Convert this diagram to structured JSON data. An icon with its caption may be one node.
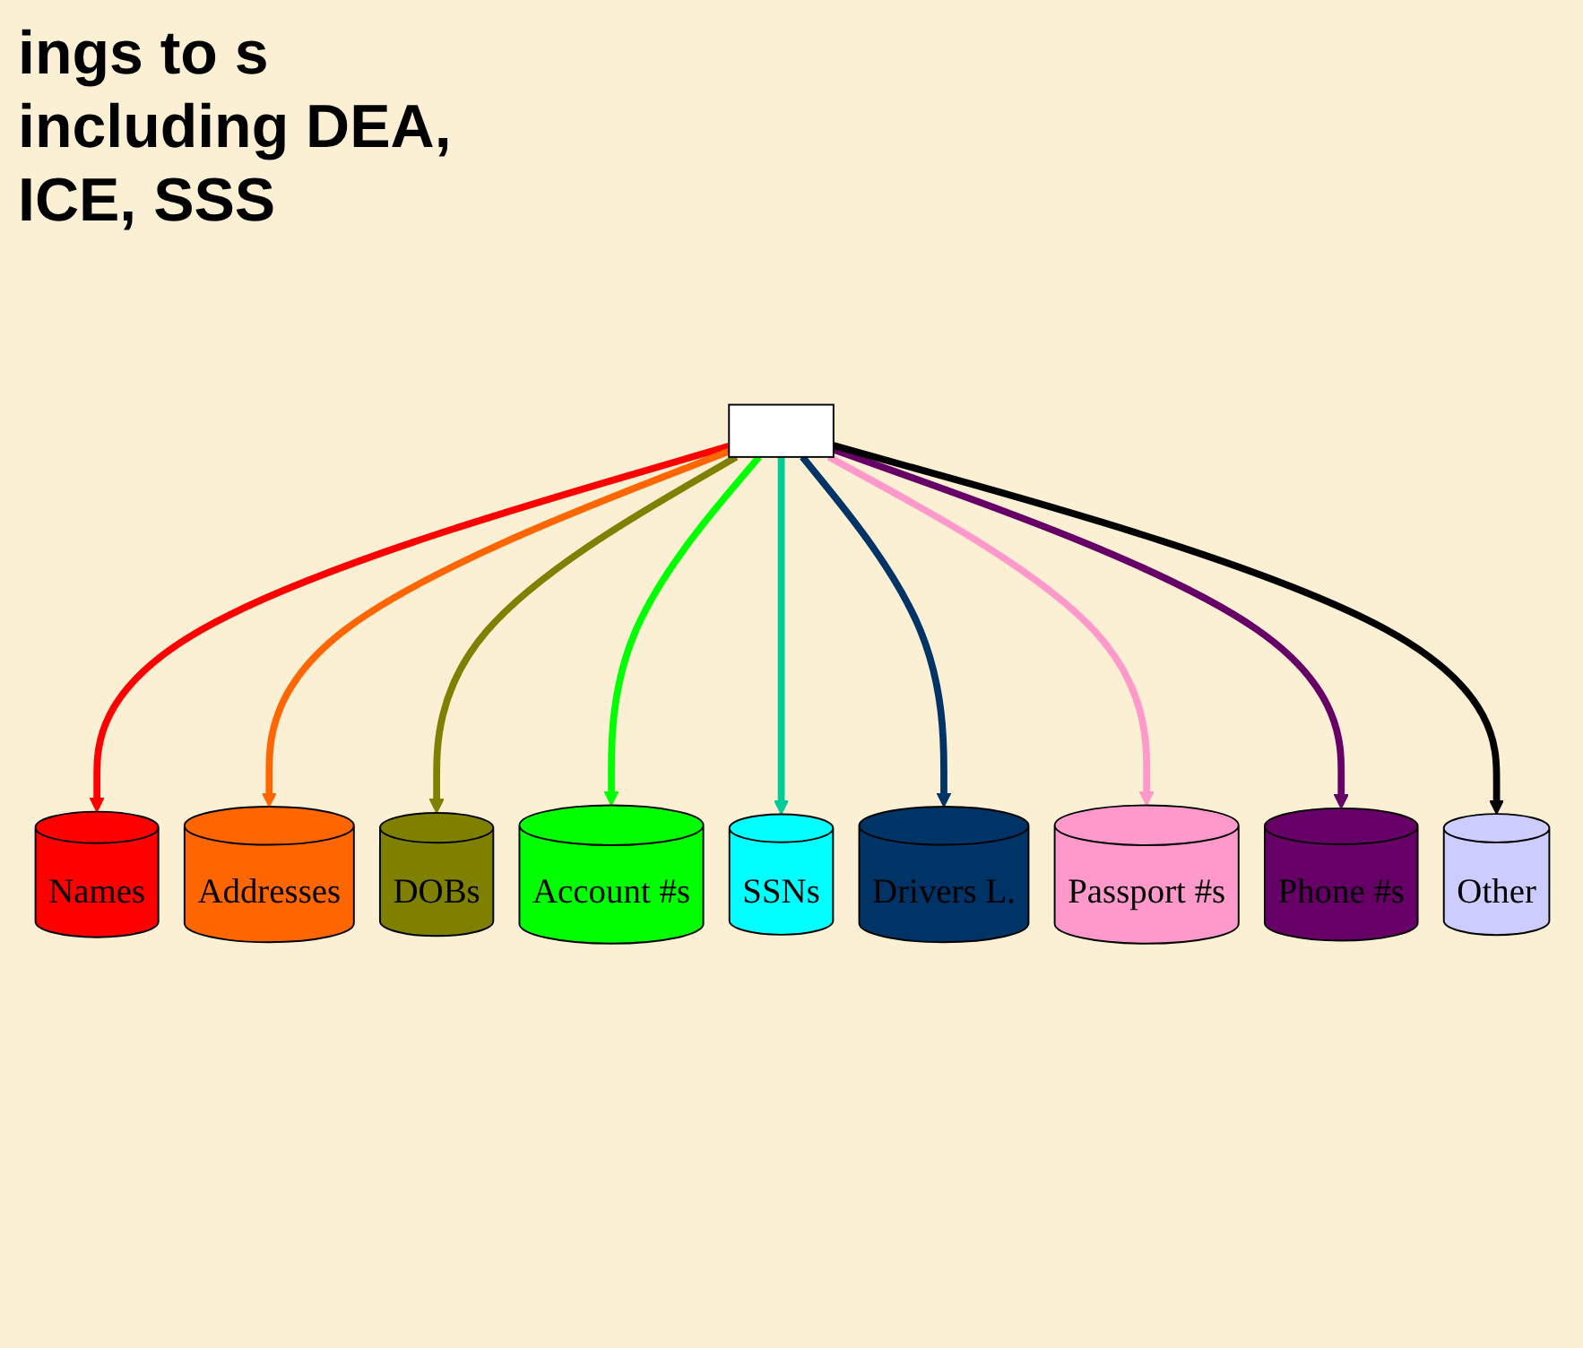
{
  "diagram": {
    "nodes": [
      {
        "text": [],
        "shape": "box"
      },
      {
        "text": [
          "Names"
        ]
      },
      {
        "text": [
          "DOBs"
        ]
      },
      {
        "text": [
          "SSNs"
        ]
      },
      {
        "text": [
          "Passport #s"
        ]
      },
      {
        "text": [
          "Other"
        ]
      },
      {
        "text": [
          "Addresses"
        ]
      },
      {
        "text": [
          "Account #s"
        ]
      },
      {
        "text": [
          "Drivers L."
        ]
      },
      {
        "text": [
          "Phone #s"
        ]
      }
    ],
    "edges": [
      {
        "from": 0,
        "to": 1,
        "arrow": "to",
        "color": "#ff0000"
      },
      {
        "from": 0,
        "to": 6,
        "arrow": "to",
        "color": "#ff6600"
      },
      {
        "from": 0,
        "to": 2,
        "arrow": "to",
        "color": "#808000"
      },
      {
        "from": 0,
        "to": 7,
        "arrow": "to",
        "color": "#00ff00"
      },
      {
        "from": 0,
        "to": 3,
        "arrow": "to",
        "color": "#00cc99"
      },
      {
        "from": 0,
        "to": 8,
        "arrow": "to",
        "color": "#003366"
      },
      {
        "from": 0,
        "to": 4,
        "arrow": "to",
        "color": "#ff99cc"
      },
      {
        "from": 0,
        "to": 9,
        "arrow": "to",
        "color": "#660066"
      },
      {
        "from": 0,
        "to": 5,
        "arrow": "to",
        "color": "#000000"
      }
    ],
    "labels": [
      "ings to s including DEA, ICE, SSS"
    ]
  }
}
